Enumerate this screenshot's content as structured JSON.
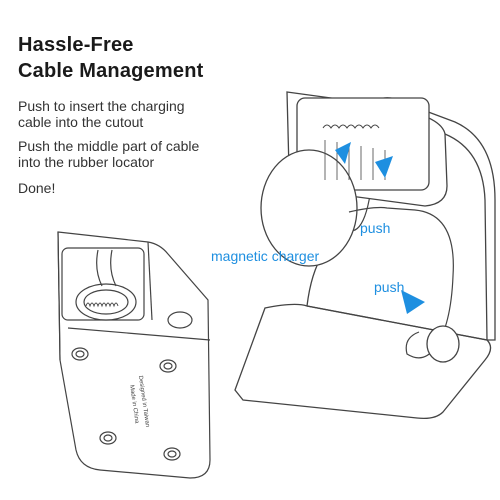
{
  "title_lines": [
    "Hassle-Free",
    "Cable Management"
  ],
  "steps": [
    [
      "Push to insert the charging",
      "cable into the cutout"
    ],
    [
      "Push the middle part of cable",
      "into the rubber locator"
    ],
    [
      "Done!"
    ]
  ],
  "labels": {
    "magnetic_charger": "magnetic charger",
    "push_upper": "push",
    "push_lower": "push"
  },
  "stand_base_text": [
    "Designed in Taiwan",
    "Made in China"
  ],
  "colors": {
    "accent": "#1e8fe0",
    "line": "#444444",
    "text": "#1a1a1a"
  }
}
